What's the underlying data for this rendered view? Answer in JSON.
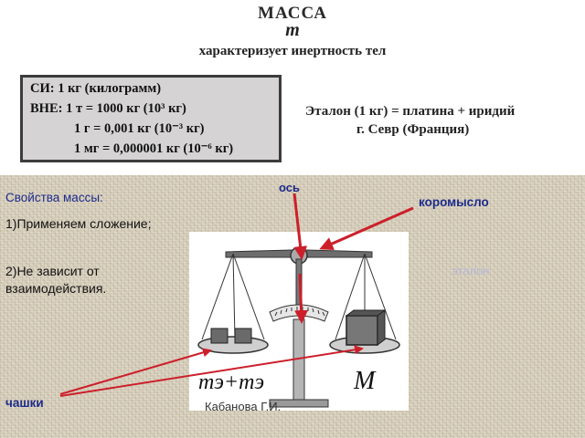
{
  "header": {
    "title": "МАССА",
    "symbol": "m",
    "subtitle": "характеризует инертность тел"
  },
  "units_box": {
    "lines": [
      "СИ: 1 кг (килограмм)",
      "ВНЕ: 1 т = 1000 кг (10³ кг)",
      "1 г = 0,001 кг (10⁻³ кг)",
      "1 мг = 0,000001 кг (10⁻⁶ кг)"
    ]
  },
  "etalon": {
    "line1": "Эталон (1 кг) = платина + иридий",
    "line2": "г. Севр (Франция)"
  },
  "properties": {
    "title": "Свойства массы:",
    "item1": "1)Применяем сложение;",
    "item2": "2)Не зависит от взаимодействия."
  },
  "labels": {
    "axis": "ось",
    "beam": "коромысло",
    "etalon_faint": "эталон",
    "pans": "чашки",
    "author": "Кабанова Г.И."
  },
  "balance": {
    "left_formula": "mэ+mэ",
    "right_formula": "M"
  },
  "colors": {
    "arrow": "#cc1f2a",
    "label_blue": "#1d2b8a",
    "background": "#d8d0bd"
  }
}
